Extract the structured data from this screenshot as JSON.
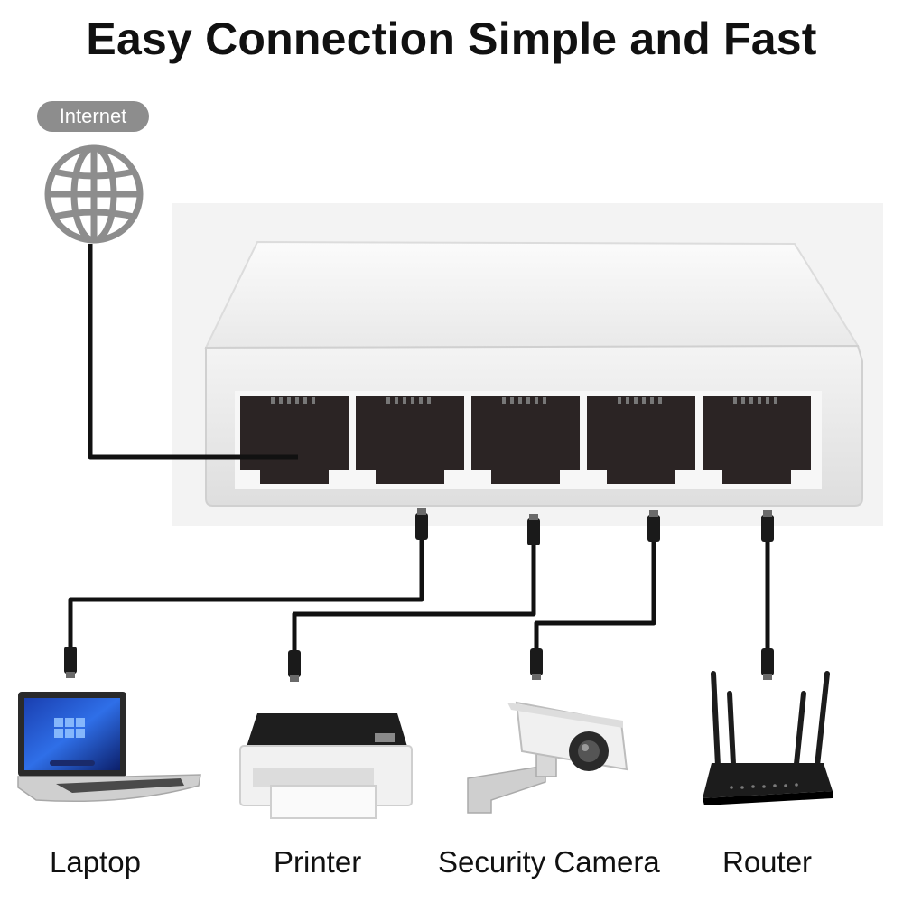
{
  "header": {
    "title": "Easy Connection Simple and Fast"
  },
  "internet": {
    "label": "Internet",
    "icon": "globe-icon"
  },
  "switch": {
    "ports": 5
  },
  "devices": [
    {
      "label": "Laptop",
      "icon": "laptop-icon"
    },
    {
      "label": "Printer",
      "icon": "printer-icon"
    },
    {
      "label": "Security Camera",
      "icon": "security-camera-icon"
    },
    {
      "label": "Router",
      "icon": "router-icon"
    }
  ],
  "colors": {
    "cable": "#111111",
    "switch_body": "#efefef",
    "port": "#2b2424",
    "globe": "#8d8d8d"
  }
}
